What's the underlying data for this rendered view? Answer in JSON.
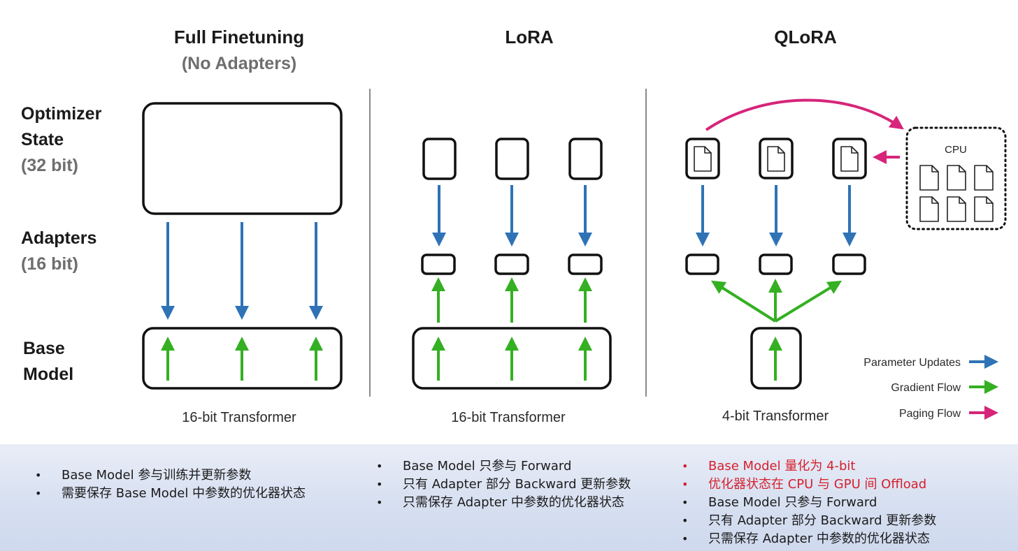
{
  "panels": {
    "full": {
      "title": "Full Finetuning",
      "subtitle": "(No Adapters)",
      "caption": "16-bit Transformer"
    },
    "lora": {
      "title": "LoRA",
      "caption": "16-bit Transformer"
    },
    "qlora": {
      "title": "QLoRA",
      "caption": "4-bit Transformer",
      "cpu_label": "CPU"
    }
  },
  "rows": {
    "optimizer": {
      "line1": "Optimizer",
      "line2": "State",
      "bits": "(32 bit)"
    },
    "adapters": {
      "line1": "Adapters",
      "bits": "(16 bit)"
    },
    "base": {
      "line1": "Base",
      "line2": "Model"
    }
  },
  "legend": [
    {
      "label": "Parameter Updates",
      "color": "#2f73b6"
    },
    {
      "label": "Gradient Flow",
      "color": "#34b022"
    },
    {
      "label": "Paging Flow",
      "color": "#d6257a"
    }
  ],
  "notes": {
    "full": [
      {
        "text": "Base Model 参与训练并更新参数"
      },
      {
        "text": "需要保存 Base Model 中参数的优化器状态"
      }
    ],
    "lora": [
      {
        "text": "Base Model 只参与 Forward"
      },
      {
        "text": "只有 Adapter 部分 Backward 更新参数"
      },
      {
        "text": "只需保存 Adapter 中参数的优化器状态"
      }
    ],
    "qlora": [
      {
        "text": "Base Model 量化为 4-bit",
        "highlight": true
      },
      {
        "text": "优化器状态在 CPU 与 GPU 间 Offload",
        "highlight": true
      },
      {
        "text": "Base Model 只参与 Forward"
      },
      {
        "text": "只有 Adapter 部分 Backward 更新参数"
      },
      {
        "text": "只需保存 Adapter 中参数的优化器状态"
      }
    ]
  },
  "colors": {
    "blue": "#2f73b6",
    "green": "#34b022",
    "magenta": "#d6257a",
    "highlight_text": "#d6202e"
  }
}
